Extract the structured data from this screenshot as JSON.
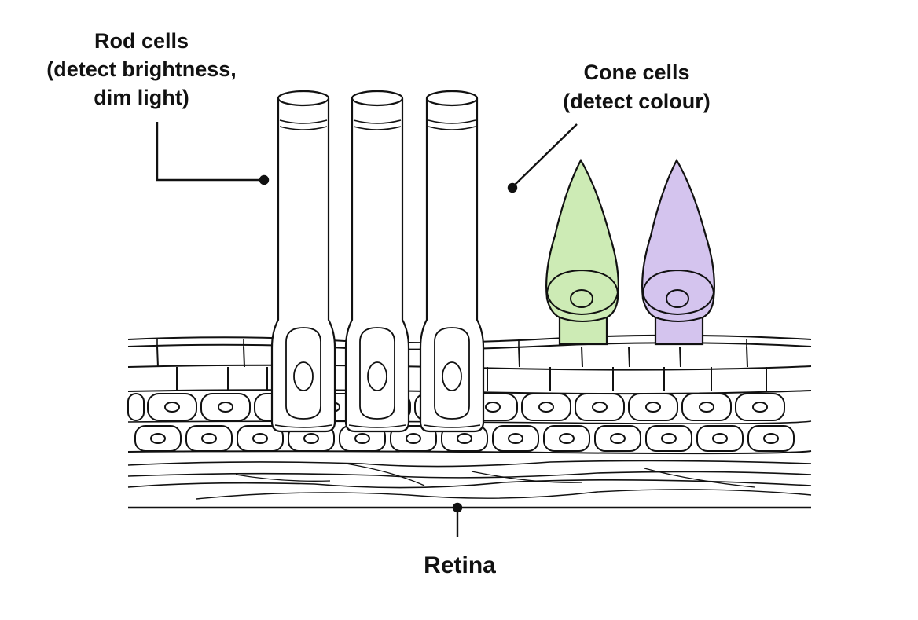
{
  "labels": {
    "rod": {
      "line1": "Rod cells",
      "line2": "(detect brightness,",
      "line3": "dim light)"
    },
    "cone": {
      "line1": "Cone cells",
      "line2": "(detect colour)"
    },
    "retina": "Retina"
  },
  "diagram": {
    "rod_count": 3,
    "cones": [
      {
        "name": "cone-green",
        "color": "#cdebb5"
      },
      {
        "name": "cone-violet",
        "color": "#d4c4ee"
      }
    ]
  },
  "colors": {
    "stroke": "#111111",
    "background": "#ffffff"
  }
}
